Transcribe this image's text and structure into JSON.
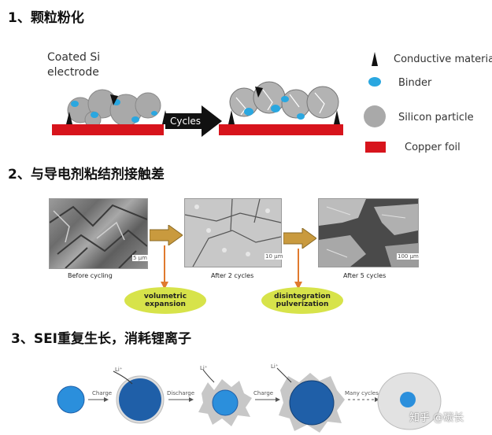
{
  "headings": {
    "h1": "1、颗粒粉化",
    "h2": "2、与导电剂粘结剂接触差",
    "h3": "3、SEI重复生长，消耗锂离子"
  },
  "section1": {
    "electrode_label_line1": "Coated Si",
    "electrode_label_line2": "electrode",
    "arrow_label": "Cycles",
    "legend": [
      {
        "label": "Conductive material",
        "icon": "black-triangle-icon"
      },
      {
        "label": "Binder",
        "icon": "blue-blob-icon"
      },
      {
        "label": "Silicon particle",
        "icon": "gray-circle-icon"
      },
      {
        "label": "Copper foil",
        "icon": "red-rectangle-icon"
      }
    ],
    "colors": {
      "copper": "#d7141c",
      "binder": "#2aa7e0",
      "silicon": "#a9a9a9",
      "conductive": "#111111"
    }
  },
  "section2": {
    "captions": [
      "Before cycling",
      "After 2 cycles",
      "After 5 cycles"
    ],
    "scalebars": [
      "5 μm",
      "10 μm",
      "100 μm"
    ],
    "oval1_line1": "volumetric",
    "oval1_line2": "expansion",
    "oval2_line1": "disintegration",
    "oval2_line2": "pulverization",
    "colors": {
      "arrow": "#c99a3e",
      "oval": "#d7e34a",
      "pointer": "#e07a2e"
    }
  },
  "section3": {
    "steps": [
      "Charge",
      "Discharge",
      "Charge",
      "Many cycles"
    ],
    "li_labels": [
      "Li⁺",
      "Li⁺",
      "Li⁺"
    ],
    "colors": {
      "particle": "#1f5fa8",
      "sei": "#bfbfbf",
      "core": "#2b8fdc"
    }
  },
  "watermark": "知乎 @碳长"
}
